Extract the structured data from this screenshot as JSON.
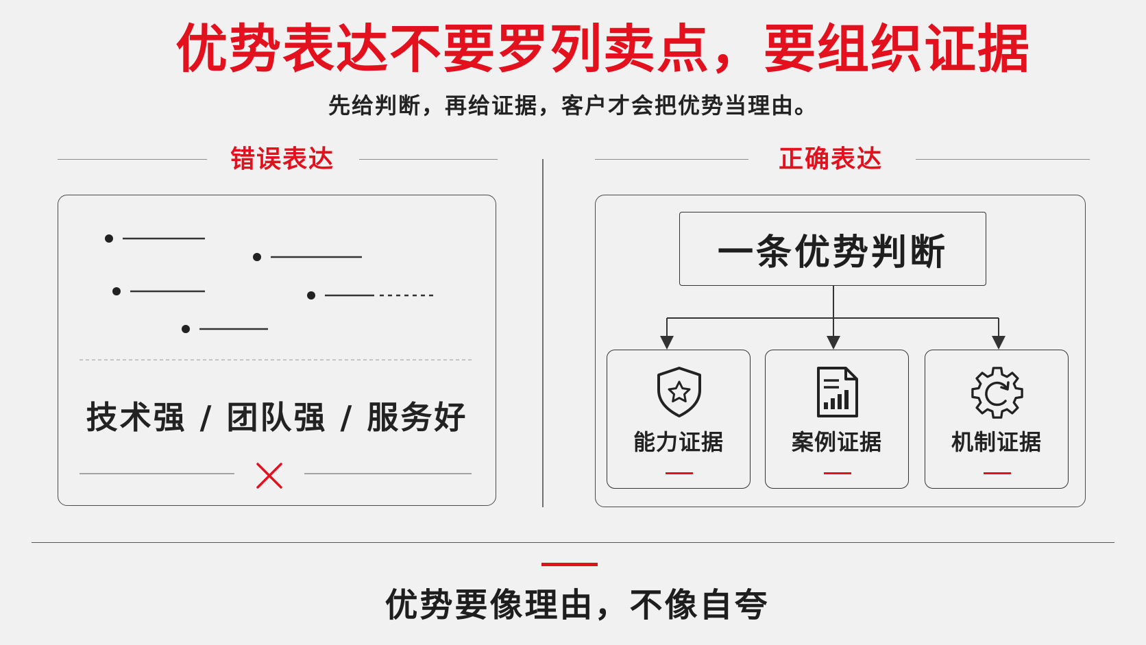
{
  "header": {
    "title": "优势表达不要罗列卖点，要组织证据",
    "subtitle": "先给判断，再给证据，客户才会把优势当理由。"
  },
  "wrong": {
    "label": "错误表达",
    "slogan": "技术强 / 团队强 / 服务好",
    "mark_icon": "cross-icon"
  },
  "right": {
    "label": "正确表达",
    "judgement": "一条优势判断",
    "evidence": [
      {
        "label": "能力证据",
        "icon": "shield-star-icon"
      },
      {
        "label": "案例证据",
        "icon": "report-chart-icon"
      },
      {
        "label": "机制证据",
        "icon": "gear-cycle-icon"
      }
    ]
  },
  "footer": {
    "conclusion": "优势要像理由，不像自夸"
  },
  "colors": {
    "accent": "#e3101e",
    "ink": "#222222",
    "background": "#f1f1f2"
  }
}
